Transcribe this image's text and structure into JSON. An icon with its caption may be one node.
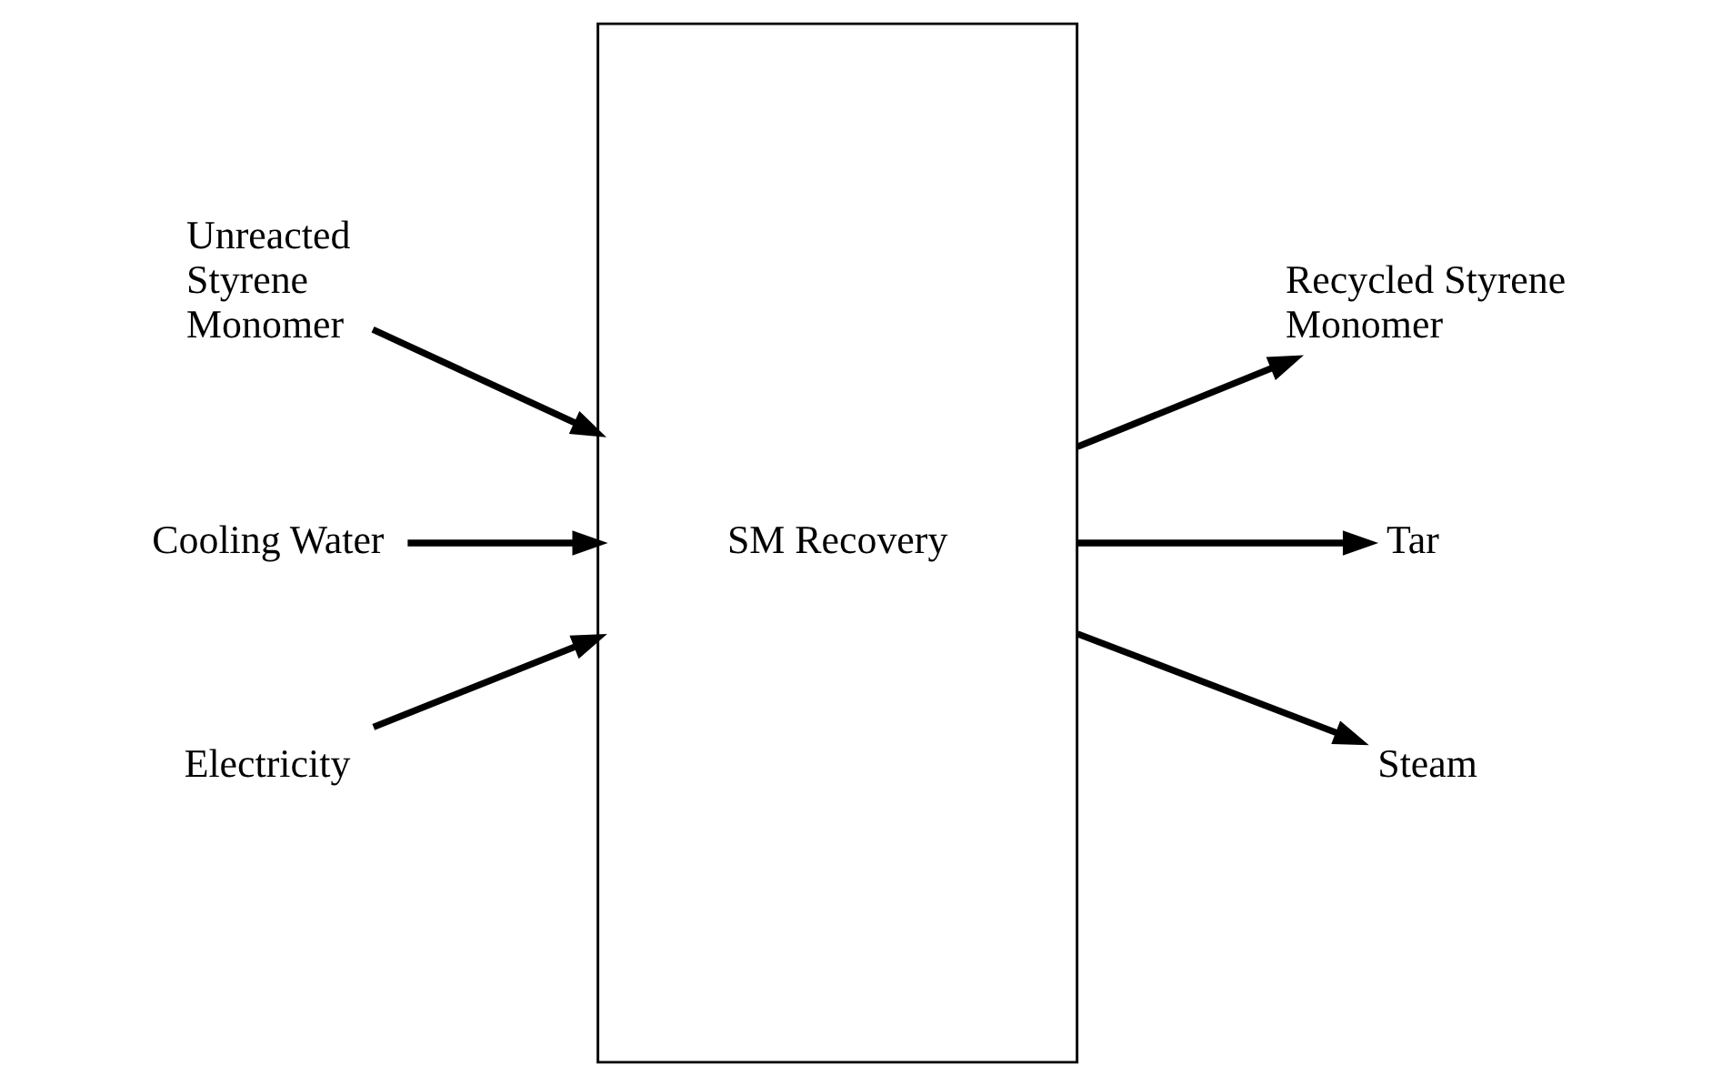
{
  "diagram": {
    "nodes": [
      {
        "text": [
          "Unreacted Styrene Monomer"
        ]
      },
      {
        "text": [
          "Cooling Water"
        ]
      },
      {
        "text": [
          "Electricity"
        ]
      },
      {
        "text": [
          "SM Recovery"
        ]
      },
      {
        "text": [
          "Recycled Styrene Monomer"
        ]
      },
      {
        "text": [
          "Tar"
        ]
      },
      {
        "text": [
          "Steam"
        ]
      }
    ],
    "edges": [
      {
        "from": 0,
        "to": 3,
        "arrow": "to"
      },
      {
        "from": 1,
        "to": 3,
        "arrow": "to"
      },
      {
        "from": 2,
        "to": 3,
        "arrow": "to"
      },
      {
        "from": 3,
        "to": 4,
        "arrow": "to"
      },
      {
        "from": 3,
        "to": 5,
        "arrow": "to"
      },
      {
        "from": 3,
        "to": 6,
        "arrow": "to"
      }
    ]
  }
}
